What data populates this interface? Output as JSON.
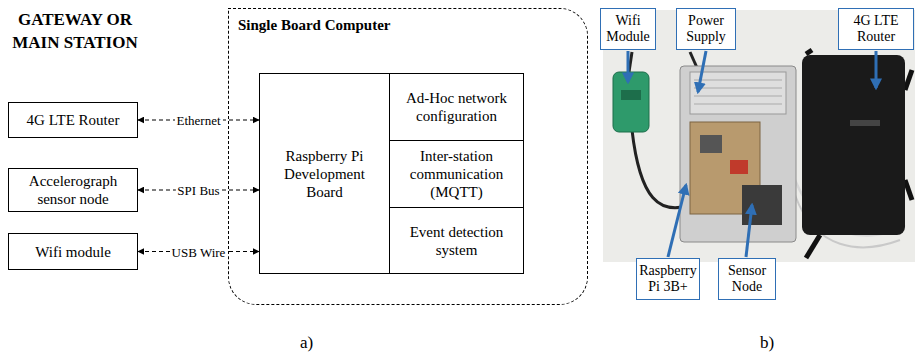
{
  "diagram": {
    "title": "GATEWAY OR MAIN STATION",
    "nodes": [
      {
        "text": [
          "4G LTE Router"
        ]
      },
      {
        "text": [
          "Accelerograph sensor node"
        ]
      },
      {
        "text": [
          "Wifi module"
        ]
      },
      {
        "text": [
          "Single Board Computer"
        ]
      },
      {
        "text": [
          "Raspberry Pi Development Board"
        ],
        "in": 3
      },
      {
        "text": [
          "Ad-Hoc network configuration"
        ],
        "in": 3
      },
      {
        "text": [
          "Inter-station communication (MQTT)"
        ],
        "in": 3
      },
      {
        "text": [
          "Event detection system"
        ],
        "in": 3
      },
      {
        "text": [
          "Wifi Module"
        ]
      },
      {
        "text": [
          "Power Supply"
        ]
      },
      {
        "text": [
          "4G LTE Router"
        ]
      },
      {
        "text": [
          "Raspberry Pi 3B+"
        ]
      },
      {
        "text": [
          "Sensor Node"
        ]
      }
    ],
    "edges": [
      {
        "from": 0,
        "to": 4,
        "label": "Ethernet",
        "arrow": "both"
      },
      {
        "from": 1,
        "to": 4,
        "label": "SPI Bus",
        "arrow": "both"
      },
      {
        "from": 2,
        "to": 4,
        "label": "USB Wire",
        "arrow": "both"
      }
    ],
    "labels": [
      "a)",
      "b)"
    ]
  }
}
